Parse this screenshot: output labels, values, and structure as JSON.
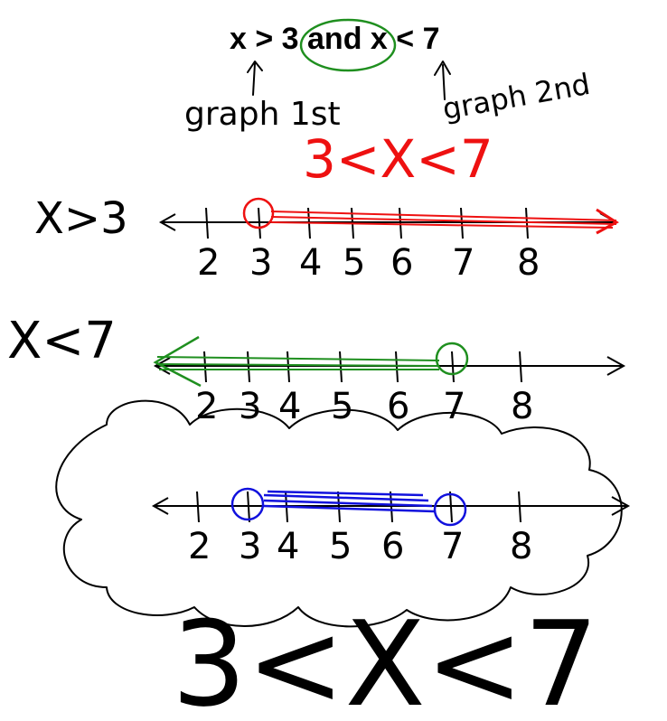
{
  "title": "x > 3 and x < 7",
  "notes": {
    "first": "graph 1st",
    "second": "graph 2nd",
    "combined": "3<X<7"
  },
  "colors": {
    "ink": "#000000",
    "red": "#ee1111",
    "green": "#1f8f1f",
    "blue": "#1111dd"
  },
  "lines": [
    {
      "label": "X>3",
      "color": "#ee1111",
      "ticks": [
        "2",
        "3",
        "4",
        "5",
        "6",
        "7",
        "8"
      ],
      "open_circle_at": "3",
      "shaded_direction": "right"
    },
    {
      "label": "X<7",
      "color": "#1f8f1f",
      "ticks": [
        "2",
        "3",
        "4",
        "5",
        "6",
        "7",
        "8"
      ],
      "open_circle_at": "7",
      "shaded_direction": "left"
    },
    {
      "label": "",
      "color": "#1111dd",
      "ticks": [
        "2",
        "3",
        "4",
        "5",
        "6",
        "7",
        "8"
      ],
      "open_circles_at": [
        "3",
        "7"
      ],
      "shaded_direction": "between"
    }
  ],
  "answer": "3<X<7"
}
